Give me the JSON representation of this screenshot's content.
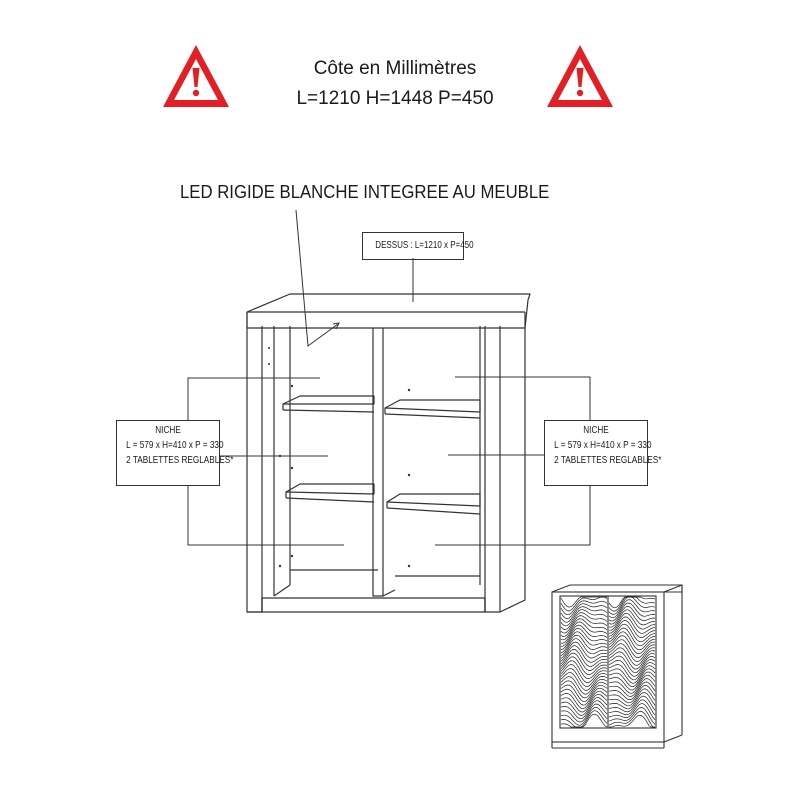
{
  "header": {
    "title_line1": "Côte en Millimètres",
    "title_line2": "L=1210 H=1448 P=450"
  },
  "icons": {
    "warning": "warning-triangle-icon",
    "warning_color": "#e31e24"
  },
  "callouts": {
    "led": "LED RIGIDE BLANCHE INTEGREE AU MEUBLE",
    "top": "DESSUS : L=1210 x P=450",
    "niche_left": {
      "title": "NICHE",
      "dims": "L = 579 x H=410 x P = 330",
      "shelves": "2 TABLETTES REGLABLES*"
    },
    "niche_right": {
      "title": "NICHE",
      "dims": "L = 579 x H=410 x P = 330",
      "shelves": "2 TABLETTES REGLABLES*"
    }
  }
}
